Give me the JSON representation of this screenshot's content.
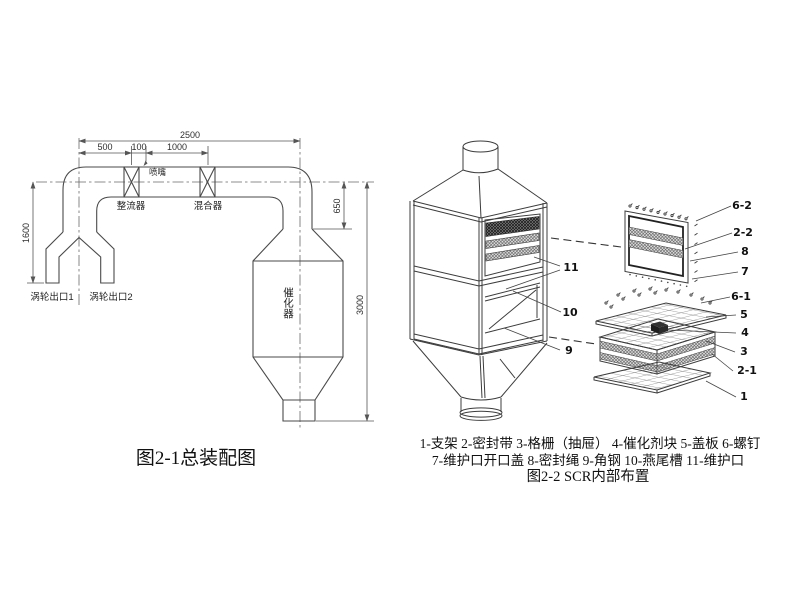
{
  "page": {
    "background": "#ffffff",
    "line_color": "#444444",
    "text_color": "#1a1a1a"
  },
  "fig_assembly": {
    "caption": "图2-1总装配图",
    "dims": {
      "total": "2500",
      "seg_a": "500",
      "seg_b": "100",
      "seg_c": "1000",
      "left_height": "1600",
      "drop": "650",
      "right_height": "3000"
    },
    "labels": {
      "nozzle": "喷嘴",
      "straightener": "整流器",
      "mixer": "混合器",
      "turbine_outlet_1": "涡轮出口1",
      "turbine_outlet_2": "涡轮出口2",
      "catalyst": "催化器"
    }
  },
  "fig_scr": {
    "caption": "图2-2 SCR内部布置",
    "legend_line1": "1-支架 2-密封带 3-格栅（抽屉） 4-催化剂块 5-盖板 6-螺钉",
    "legend_line2": "7-维护口开口盖 8-密封绳 9-角钢 10-燕尾槽 11-维护口",
    "callouts": {
      "c11": "11",
      "c10": "10",
      "c9": "9",
      "c6_2": "6-2",
      "c2_2": "2-2",
      "c8": "8",
      "c7": "7",
      "c6_1": "6-1",
      "c5": "5",
      "c4": "4",
      "c3": "3",
      "c2_1": "2-1",
      "c1": "1"
    }
  }
}
